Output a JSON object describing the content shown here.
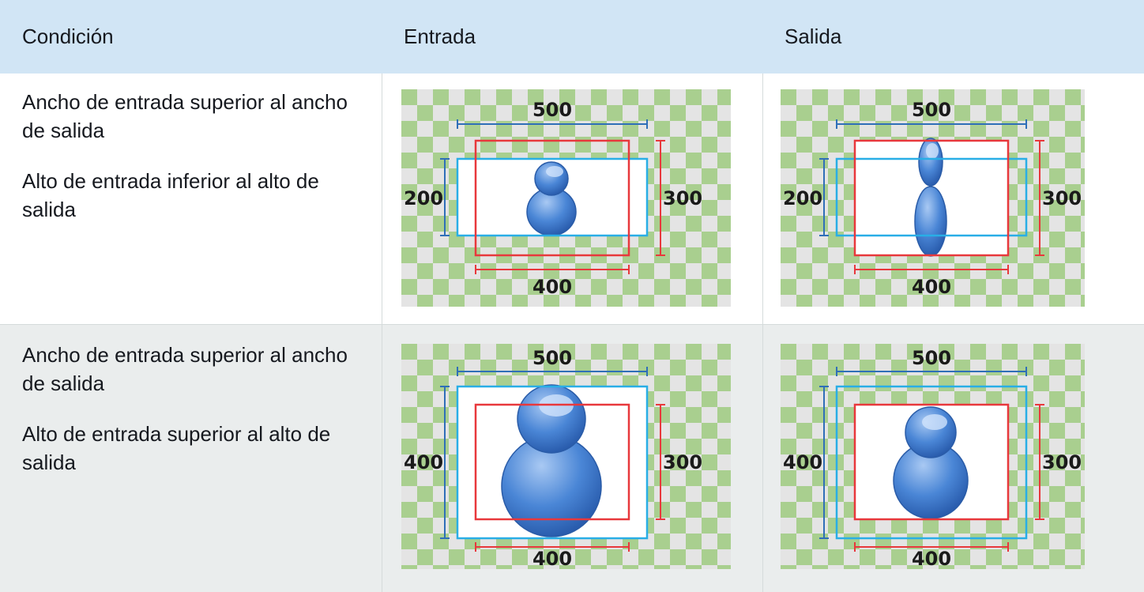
{
  "table": {
    "headers": [
      "Condición",
      "Entrada",
      "Salida"
    ],
    "rows": [
      {
        "condition": [
          "Ancho de entrada superior al ancho de salida",
          "Alto de entrada inferior al alto de salida"
        ],
        "input_figure": {
          "input_width_label": "500",
          "input_height_label": "200",
          "output_width_label": "400",
          "output_height_label": "300",
          "icon": "user-icon"
        },
        "output_figure": {
          "input_width_label": "500",
          "input_height_label": "200",
          "output_width_label": "400",
          "output_height_label": "300",
          "icon": "user-icon-stretched"
        }
      },
      {
        "condition": [
          "Ancho de entrada superior al ancho de salida",
          "Alto de entrada superior al alto de salida"
        ],
        "input_figure": {
          "input_width_label": "500",
          "input_height_label": "400",
          "output_width_label": "400",
          "output_height_label": "300",
          "icon": "user-icon"
        },
        "output_figure": {
          "input_width_label": "500",
          "input_height_label": "400",
          "output_width_label": "400",
          "output_height_label": "300",
          "icon": "user-icon-scaled"
        }
      }
    ]
  },
  "colors": {
    "header_bg": "#d1e5f5",
    "row_alt_bg": "#eaeded",
    "checker_green": "#a9cf8f",
    "checker_gray": "#e4e4e4",
    "input_frame": "#29aee6",
    "output_frame": "#e8383c",
    "dimension_blue": "#2f6fb8",
    "icon_blue": "#4a86d6"
  }
}
